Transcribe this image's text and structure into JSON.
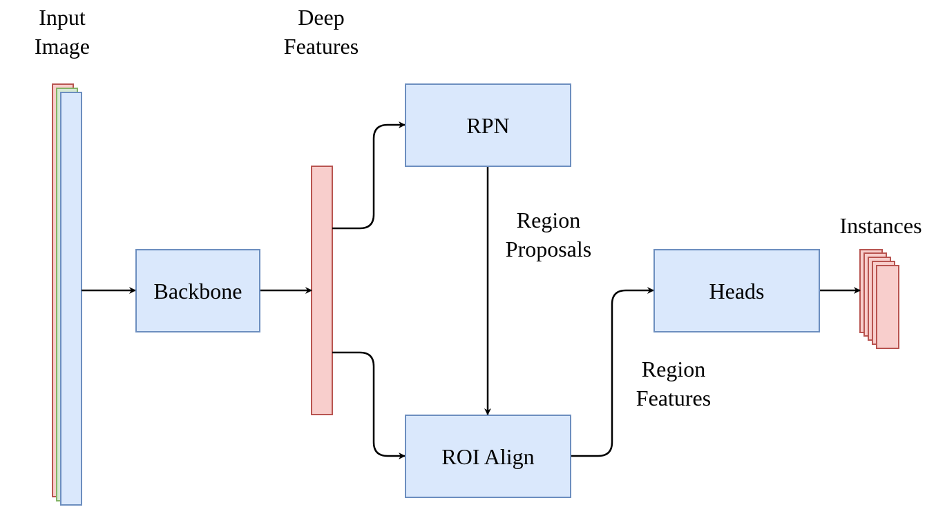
{
  "labels": {
    "input_image": [
      "Input",
      "Image"
    ],
    "deep_features": [
      "Deep",
      "Features"
    ],
    "region_proposals": [
      "Region",
      "Proposals"
    ],
    "region_features": [
      "Region",
      "Features"
    ],
    "instances": "Instances"
  },
  "boxes": {
    "backbone": "Backbone",
    "rpn": "RPN",
    "roi_align": "ROI Align",
    "heads": "Heads"
  },
  "colors": {
    "box_fill": "#dae8fc",
    "box_stroke": "#6c8ebf",
    "feature_fill": "#f8cecc",
    "feature_stroke": "#b85450",
    "green_fill": "#d5e8d4",
    "green_stroke": "#82b366",
    "edge": "#000000"
  }
}
